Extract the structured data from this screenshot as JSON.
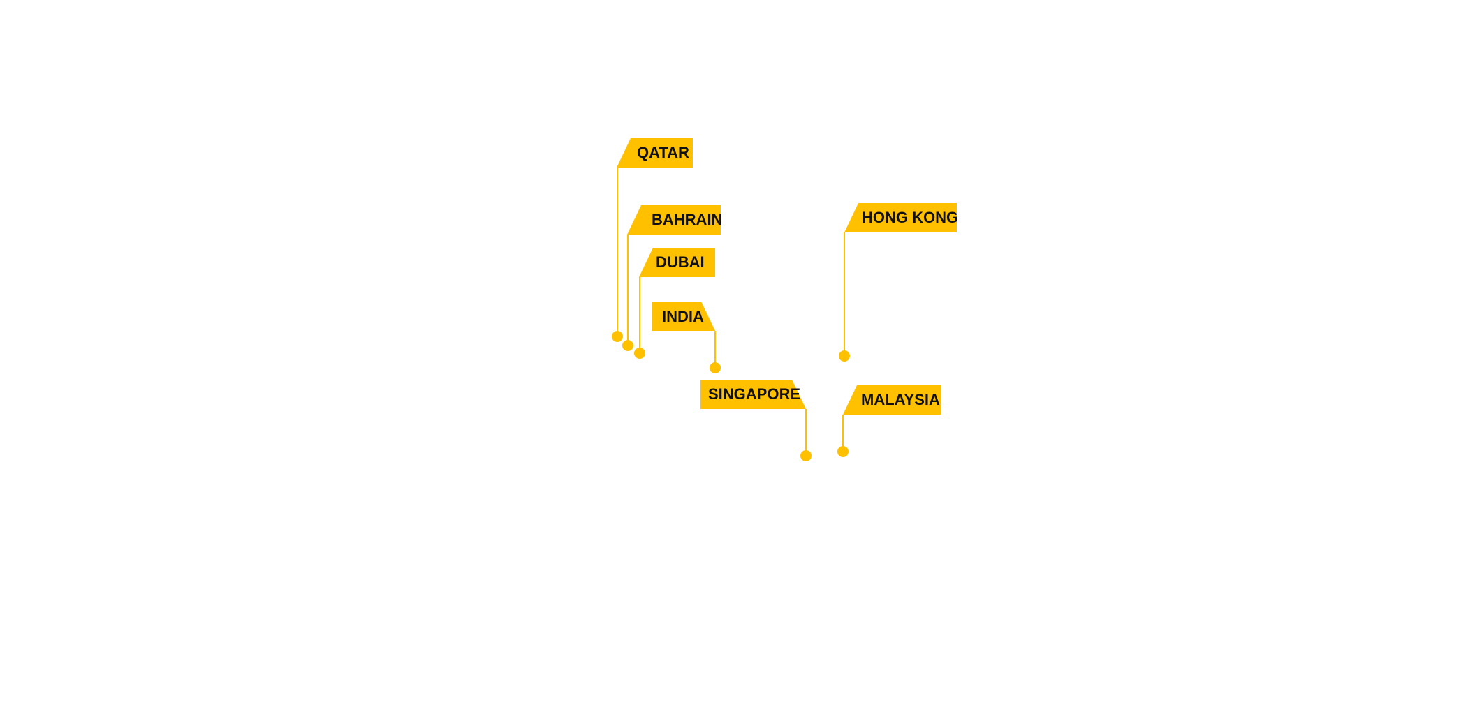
{
  "accent_color": "#FFC000",
  "locations": [
    {
      "id": "qatar",
      "label": "QATAR"
    },
    {
      "id": "bahrain",
      "label": "BAHRAIN"
    },
    {
      "id": "dubai",
      "label": "DUBAI"
    },
    {
      "id": "india",
      "label": "INDIA"
    },
    {
      "id": "hong-kong",
      "label": "HONG KONG"
    },
    {
      "id": "singapore",
      "label": "SINGAPORE"
    },
    {
      "id": "malaysia",
      "label": "MALAYSIA"
    }
  ]
}
